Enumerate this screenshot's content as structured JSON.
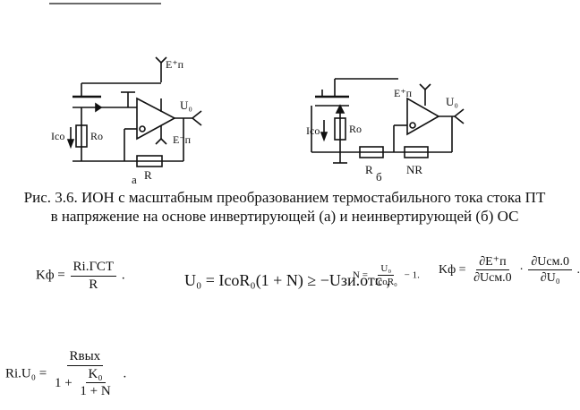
{
  "caption": {
    "line1": "Рис. 3.6. ИОН с масштабным преобразованием термостабильного тока стока ПТ",
    "line2": "в напряжение на основе инвертирующей (а) и неинвертирующей (б) ОС"
  },
  "circuit_a": {
    "label": "а",
    "supply_pos": "E⁺п",
    "supply_neg": "E⁻п",
    "output": "U₀",
    "current": "Iсо",
    "r0": "Rо",
    "feedback_r": "R"
  },
  "circuit_b": {
    "label": "б",
    "supply_pos": "E⁺п",
    "output": "U₀",
    "current": "Iсо",
    "r0": "Rо",
    "r": "R",
    "nr": "NR"
  },
  "formulas": {
    "k1_lhs": "Kф =",
    "k1_num": "Ri.ГСТ",
    "k1_den": "R",
    "k1_end": ".",
    "u0": "U₀ = IсоR₀(1 + N) ≥ −Uзи.отс ,",
    "n_lhs": "N =",
    "n_num": "U₀",
    "n_den": "IсоR₀",
    "n_tail": "− 1.",
    "k2_lhs": "Kф =",
    "k2_num1": "∂E⁺п",
    "k2_den1": "∂Uсм.0",
    "k2_dot": "·",
    "k2_num2": "∂Uсм.0",
    "k2_den2": "∂U₀",
    "k2_end": ".",
    "ri_lhs": "Ri.U₀ =",
    "ri_num": "Rвых",
    "ri_den_pre": "1 +",
    "ri_den_num": "K₀",
    "ri_den_den": "1 + N",
    "ri_end": "."
  }
}
